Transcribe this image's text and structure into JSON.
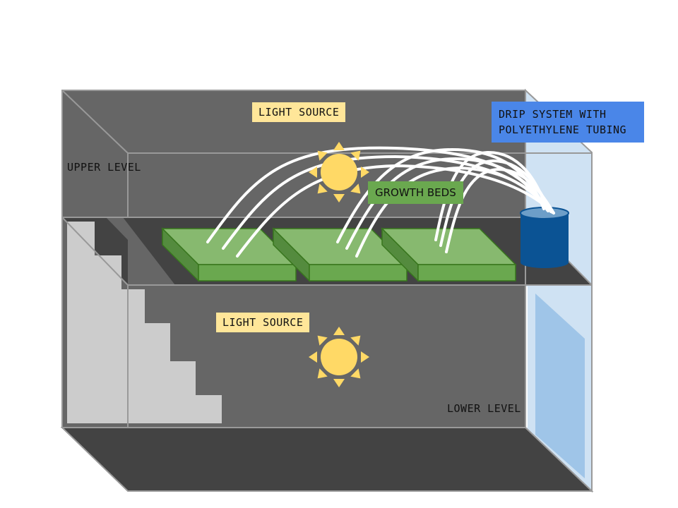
{
  "labels": {
    "upper_level": "UPPER LEVEL",
    "lower_level": "LOWER LEVEL",
    "light_source_upper": "LIGHT SOURCE",
    "light_source_lower": "LIGHT SOURCE",
    "growth_beds": "GROWTH BEDS",
    "drip_system": "DRIP SYSTEM WITH\nPOLYETHYLENE TUBING"
  },
  "colors": {
    "back_wall": "#666666",
    "floor": "#434343",
    "edge_line": "#999999",
    "stairs": "#cccccc",
    "glass": "#cfe2f3",
    "glass_inner": "#9fc5e8",
    "bed_top": "#87b96f",
    "bed_front": "#6aa84f",
    "bed_side": "#548b3e",
    "bed_stroke": "#38761d",
    "tank": "#0b5394",
    "tank_top": "#6d9ec8",
    "sun": "#ffd966",
    "tube": "#ffffff",
    "label_yellow": "#ffe699",
    "label_green": "#6aa84f",
    "label_blue": "#4a86e8"
  },
  "growth_bed_count": 3,
  "tube_count": 9
}
